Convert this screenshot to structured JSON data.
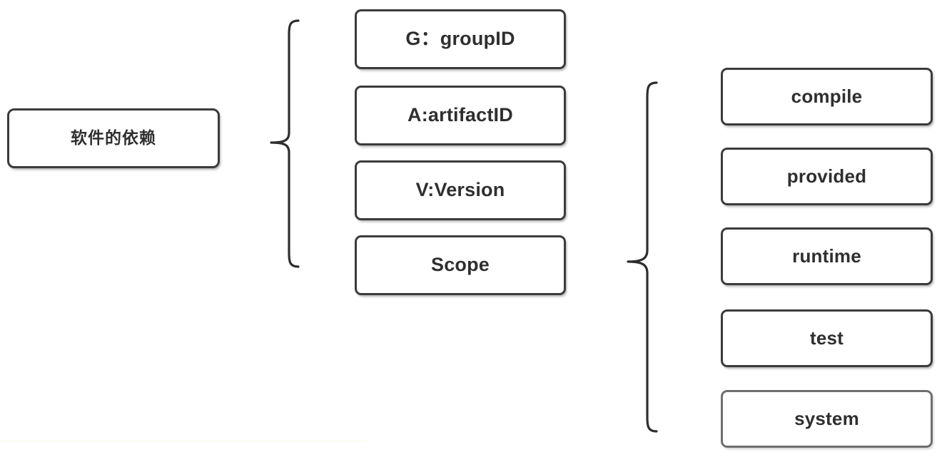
{
  "diagram": {
    "title": "Maven dependency coordinates and scope",
    "background_color": "#ffffff",
    "node_border_color": "#3b3b3b",
    "node_text_color": "#2f2f2f",
    "brace_color": "#2e2e2e",
    "root": {
      "label": "软件的依赖"
    },
    "coordinates_group": {
      "brace_name": "gav-scope-brace",
      "items": [
        {
          "label": "G：groupID"
        },
        {
          "label": "A:artifactID"
        },
        {
          "label": "V:Version"
        },
        {
          "label": "Scope"
        }
      ]
    },
    "scope_group": {
      "brace_name": "scope-values-brace",
      "items": [
        {
          "label": "compile"
        },
        {
          "label": "provided"
        },
        {
          "label": "runtime"
        },
        {
          "label": "test"
        },
        {
          "label": "system"
        }
      ]
    }
  }
}
